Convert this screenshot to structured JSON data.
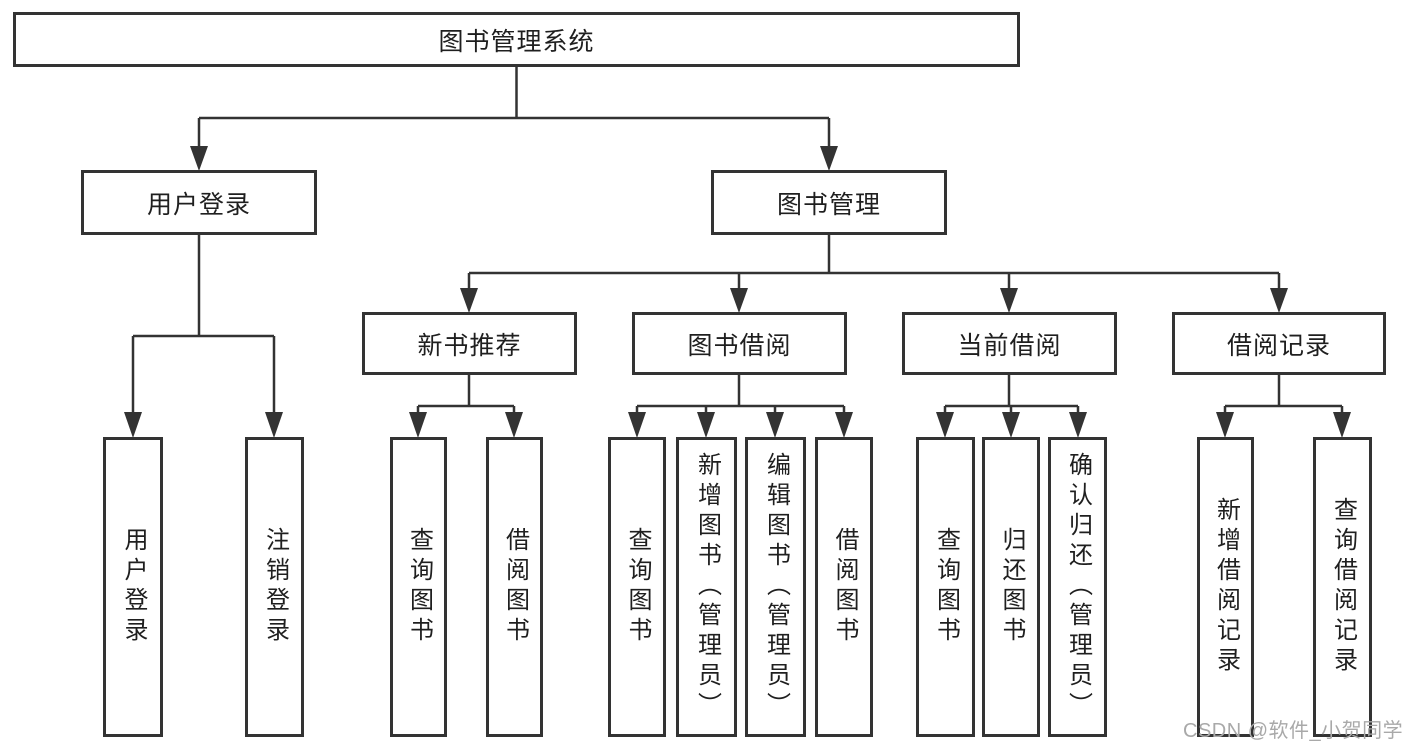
{
  "diagram": {
    "title": "图书管理系统",
    "root": {
      "label": "图书管理系统"
    },
    "level2": [
      {
        "label": "用户登录"
      },
      {
        "label": "图书管理"
      }
    ],
    "level3": [
      {
        "label": "新书推荐"
      },
      {
        "label": "图书借阅"
      },
      {
        "label": "当前借阅"
      },
      {
        "label": "借阅记录"
      }
    ],
    "leaves": [
      {
        "label": "用户登录"
      },
      {
        "label": "注销登录"
      },
      {
        "label": "查询图书"
      },
      {
        "label": "借阅图书"
      },
      {
        "label": "查询图书"
      },
      {
        "label": "新增图书（管理员）"
      },
      {
        "label": "编辑图书（管理员）"
      },
      {
        "label": "借阅图书"
      },
      {
        "label": "查询图书"
      },
      {
        "label": "归还图书"
      },
      {
        "label": "确认归还（管理员）"
      },
      {
        "label": "新增借阅记录"
      },
      {
        "label": "查询借阅记录"
      }
    ],
    "colors": {
      "line": "#333333",
      "box_border": "#333333",
      "text": "#1f1f1f",
      "background": "#ffffff"
    }
  },
  "watermark": {
    "text": "CSDN @软件_小贺同学",
    "color": "#a9a9a9"
  }
}
